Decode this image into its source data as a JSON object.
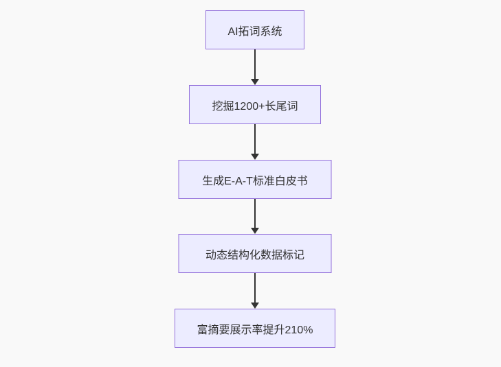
{
  "flowchart": {
    "type": "flowchart-top-down",
    "nodes": [
      {
        "label": "AI拓词系统"
      },
      {
        "label": "挖掘1200+长尾词"
      },
      {
        "label": "生成E-A-T标准白皮书"
      },
      {
        "label": "动态结构化数据标记"
      },
      {
        "label": "富摘要展示率提升210%"
      }
    ],
    "edges": [
      {
        "from": 0,
        "to": 1,
        "style": "arrow-down"
      },
      {
        "from": 1,
        "to": 2,
        "style": "arrow-down"
      },
      {
        "from": 2,
        "to": 3,
        "style": "arrow-down"
      },
      {
        "from": 3,
        "to": 4,
        "style": "arrow-down"
      }
    ],
    "colors": {
      "node_fill": "#ECECFF",
      "node_border": "#9370DB",
      "arrow": "#333333",
      "text": "#333333",
      "background": "#f9f9f9"
    }
  }
}
